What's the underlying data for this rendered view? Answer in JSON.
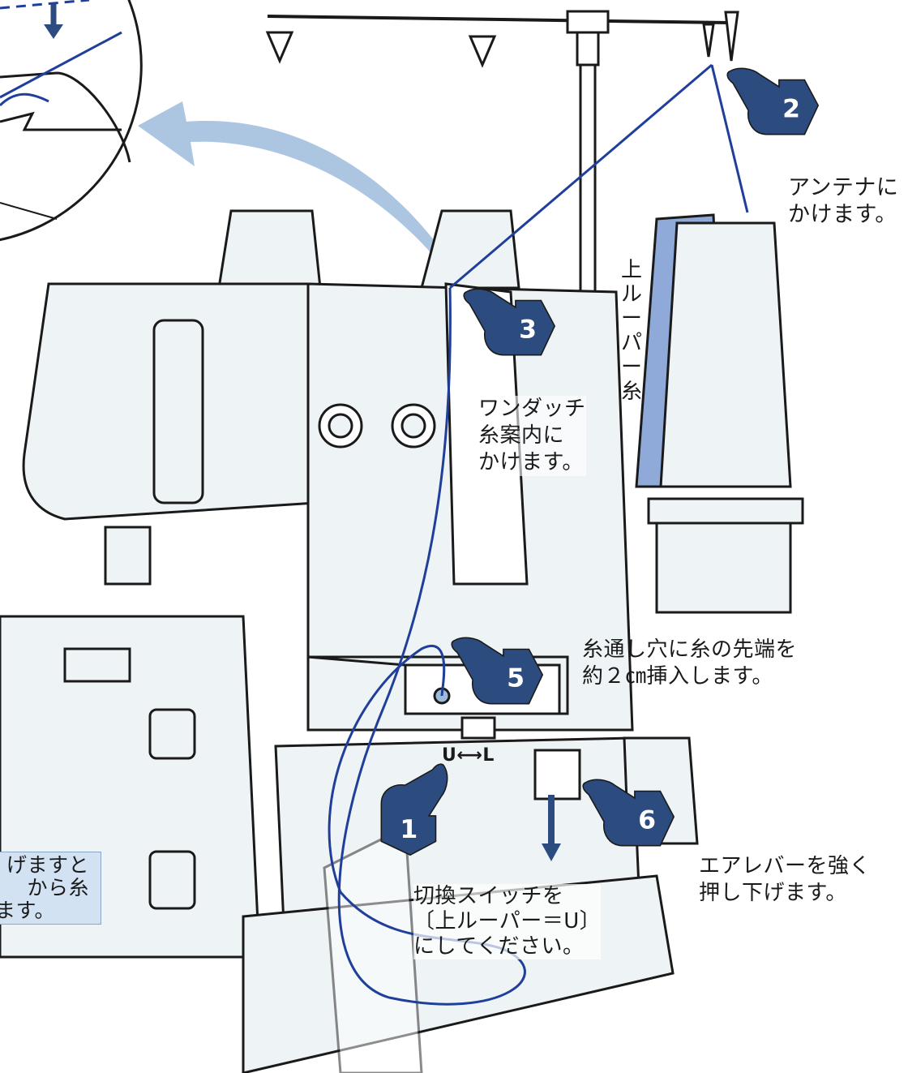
{
  "colors": {
    "outline": "#1a1a1a",
    "machine_fill": "#eef3f6",
    "thread": "#1f3f9a",
    "hand_badge": "#2c4b7e",
    "arrow_light_blue": "#9dbcdc",
    "spool_blue": "#8fa9d8",
    "note_box": "#d2e2f2"
  },
  "steps": [
    {
      "number": "1",
      "icon": "pointing-hand-icon"
    },
    {
      "number": "2",
      "icon": "pointing-hand-icon"
    },
    {
      "number": "3",
      "icon": "pointing-hand-icon"
    },
    {
      "number": "5",
      "icon": "pointing-hand-icon"
    },
    {
      "number": "6",
      "icon": "pointing-hand-icon"
    }
  ],
  "labels": {
    "antenna": "アンテナに\nかけます。",
    "one_touch_guide": "ワンダッチ\n糸案内に\nかけます。",
    "upper_looper_thread": "上ルーパー糸",
    "insert_thread": "糸通し穴に糸の先端を\n約２㎝挿入します。",
    "switch_lever": "切換スイッチを\n〔上ルーパー＝U〕\nにしてください。",
    "air_lever": "エアレバーを強く\n押し下げます。",
    "switch_marking": "U⟷L"
  },
  "note_box": {
    "lines": [
      "げますと",
      "　から糸",
      "ます。"
    ]
  }
}
